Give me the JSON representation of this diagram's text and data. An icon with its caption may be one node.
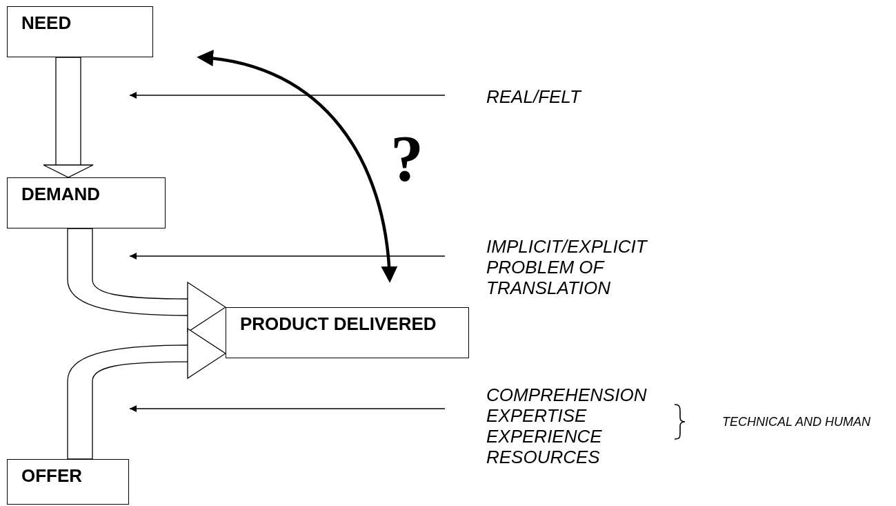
{
  "diagram": {
    "nodes": [
      {
        "text": [
          "NEED"
        ]
      },
      {
        "text": [
          "REAL/FELT"
        ]
      },
      {
        "text": [
          "DEMAND"
        ]
      },
      {
        "text": [
          "IMPLICIT/EXPLICIT PROBLEM OF TRANSLATION"
        ]
      },
      {
        "text": [
          "PRODUCT DELIVERED"
        ]
      },
      {
        "text": [
          "COMPREHENSION",
          "EXPERTISE",
          "EXPERIENCE",
          "RESOURCES"
        ]
      },
      {
        "text": [
          "OFFER"
        ]
      }
    ],
    "edges": [
      {
        "from": 0,
        "to": 2,
        "arrow": "to"
      },
      {
        "from": 2,
        "to": 4,
        "arrow": "to"
      },
      {
        "from": 6,
        "to": 4,
        "arrow": "to"
      },
      {
        "from": 1,
        "to": null,
        "arrow": "to"
      },
      {
        "from": 3,
        "to": null,
        "arrow": "to"
      },
      {
        "from": 5,
        "to": null,
        "arrow": "to"
      },
      {
        "from": 0,
        "to": 4,
        "arrow": "both",
        "style": "thick"
      }
    ],
    "labels": [
      "?",
      "TECHNICAL AND HUMAN"
    ]
  }
}
